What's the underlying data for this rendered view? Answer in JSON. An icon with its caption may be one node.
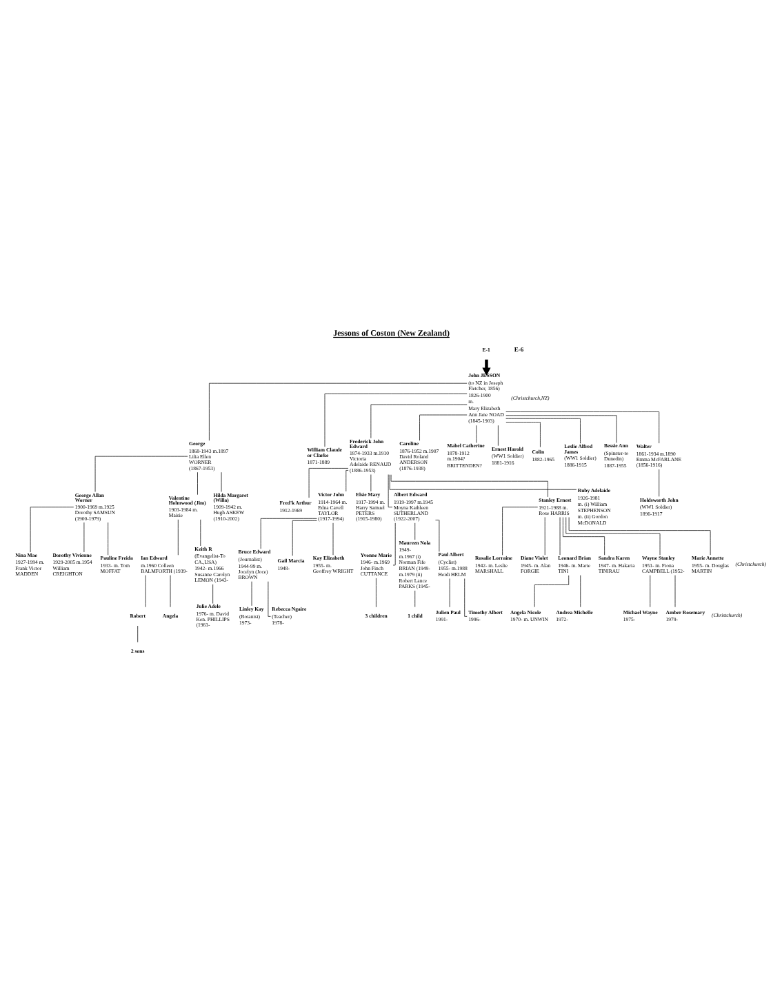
{
  "diagram": {
    "title": "Jessons of Coston (New Zealand)",
    "nodes": [
      {
        "text": [
          "E-1"
        ]
      },
      {
        "text": [
          "John JESSON",
          "(to NZ in Joseph Fletcher, 1856)",
          "1826-1900",
          "m.",
          "Mary Elizabeth Ann Jane NOAD",
          "(1845-1903)"
        ]
      },
      {
        "text": [
          "George",
          "1868-1943 m.1897 Lilia Ellen WORNER (1867-1953)"
        ]
      },
      {
        "text": [
          "William Claude or Clarke",
          "1871-1889"
        ]
      },
      {
        "text": [
          "Frederick John Edward",
          "1874-1933 m.1910 Victoria Adelaide RENAUD (1886-1953)"
        ]
      },
      {
        "text": [
          "Caroline",
          "1876-1952 m.1907 David Roland ANDERSON (1876-1938)"
        ]
      },
      {
        "text": [
          "Mabel Catherine",
          "1878-1912 m.1904?",
          "BRITTENDEN?"
        ]
      },
      {
        "text": [
          "Ernest Harold",
          "(WW1 Soldier)",
          "1881-1916"
        ]
      },
      {
        "text": [
          "Colin",
          "1882-1965"
        ]
      },
      {
        "text": [
          "Leslie Alfred James",
          "(WW1 Soldier)",
          "1886-1915"
        ]
      },
      {
        "text": [
          "Bessie Ann",
          "(Spinster-to Dunedin)",
          "1887-1955"
        ]
      },
      {
        "text": [
          "Walter",
          "1861-1934 m.1890 Emma McFARLANE (1856-1916)"
        ]
      },
      {
        "text": [
          "George Allan Worner",
          "1900-1969 m.1925 Dorothy SAMSUN (1900-1979)"
        ]
      },
      {
        "text": [
          "Valentine Holmwood (Jim)",
          "1903-1984 m. Maisie"
        ]
      },
      {
        "text": [
          "Hilda Margaret (Willa)",
          "1909-1942 m. Hugh ASKEW (1910-2002)"
        ]
      },
      {
        "text": [
          "Fred'k Arthur",
          "1912-1969"
        ]
      },
      {
        "text": [
          "Victor John",
          "1914-1964 m. Edna Cavell TAYLOR (1917-1994)"
        ]
      },
      {
        "text": [
          "Elsie Mary",
          "1917-1994 m. Harry Samuel PETERS (1915-1980)"
        ]
      },
      {
        "text": [
          "Albert Edward",
          "1919-1997 m.1945 Moyna Kathleen SUTHERLAND (1922-2007)"
        ]
      },
      {
        "text": [
          "Stanley Ernest",
          "1921-1988 m. Rose HARRIS"
        ]
      },
      {
        "text": [
          "Ruby Adelaide",
          "1926-1981",
          "m. (i) William STEPHENSON",
          "m. (ii) Gordon McDONALD"
        ]
      },
      {
        "text": [
          "Holdsworth John",
          "(WW1 Soldier)",
          "1896-1917"
        ]
      },
      {
        "text": [
          "Ian Edward",
          "m.1960 Colleen BALMFORTH (1939-"
        ]
      },
      {
        "text": [
          "Keith R",
          "(Evangelist-To CA.,USA)",
          "1942- m.1966 Susanne Carolyn LEMON (1943-"
        ]
      },
      {
        "text": [
          "Bruce Edward",
          "(Journalist)",
          "1944-99 m. Jocelyn (Joce) BROWN"
        ]
      },
      {
        "text": [
          "Gail Marcia",
          "1948-"
        ]
      },
      {
        "text": [
          "Kay Elizabeth",
          "1955- m. Geoffrey WRIGHT"
        ]
      },
      {
        "text": [
          "Yvonne Marie",
          "1946- m.1969 John Finch CUTTANCE"
        ]
      },
      {
        "text": [
          "Maureen Nola",
          "1949-",
          "m.1967 (i) Norman Fife BRIAN (1949-",
          "m.1979 (ii) Robert Lance PARKS (1945-"
        ]
      },
      {
        "text": [
          "Paul Albert",
          "(Cyclist)",
          "1955- m.1988 Heidi HELM"
        ]
      },
      {
        "text": [
          "Robert"
        ]
      },
      {
        "text": [
          "Angela"
        ]
      },
      {
        "text": [
          "Julie Adele",
          "1976- m. David Ken. PHILLIPS (1961-"
        ]
      },
      {
        "text": [
          "Linley Kay",
          "(Botanist)",
          "1973-"
        ]
      },
      {
        "text": [
          "Rebecca Ngaire",
          "(Teacher)",
          "1978-"
        ]
      },
      {
        "text": [
          "3 children"
        ]
      },
      {
        "text": [
          "1 child"
        ]
      },
      {
        "text": [
          "Julien Paul",
          "1991-"
        ]
      },
      {
        "text": [
          "Timothy Albert",
          "1996-"
        ]
      },
      {
        "text": [
          "2 sons"
        ]
      },
      {
        "text": [
          "Nina Mae",
          "1927-1994 m. Frank Victor MADDEN"
        ]
      },
      {
        "text": [
          "Dorothy Vivienne",
          "1929-2005 m.1954 William CREIGHTON"
        ]
      },
      {
        "text": [
          "Pauline Freida",
          "1933- m. Tom MOFFAT"
        ]
      },
      {
        "text": [
          "Rosalie Lorraine",
          "1942- m. Leslie MARSHALL"
        ]
      },
      {
        "text": [
          "Diane Violet",
          "1945- m. Alan FORGIE"
        ]
      },
      {
        "text": [
          "Leonard Brian",
          "1946- m. Marie TINI"
        ]
      },
      {
        "text": [
          "Sandra Karen",
          "1947- m. Hakaria TINIRAU"
        ]
      },
      {
        "text": [
          "Wayne Stanley",
          "1951- m. Fiona CAMPBELL (1952-"
        ]
      },
      {
        "text": [
          "Marie Annette",
          "1955- m. Douglas MARTIN"
        ]
      },
      {
        "text": [
          "Angela Nicole",
          "1970- m. UNWIN"
        ]
      },
      {
        "text": [
          "Andrea Michelle",
          "1972-"
        ]
      },
      {
        "text": [
          "Michael Wayne",
          "1975-"
        ]
      },
      {
        "text": [
          "Amber Rosemary",
          "1979-"
        ]
      }
    ],
    "edges": [
      {
        "from": 0,
        "to": 1,
        "arrow": "to",
        "style": "thick"
      },
      {
        "from": 1,
        "to": 2,
        "arrow": "none"
      },
      {
        "from": 1,
        "to": 3,
        "arrow": "none"
      },
      {
        "from": 1,
        "to": 4,
        "arrow": "none"
      },
      {
        "from": 1,
        "to": 5,
        "arrow": "none"
      },
      {
        "from": 1,
        "to": 6,
        "arrow": "none"
      },
      {
        "from": 1,
        "to": 7,
        "arrow": "none"
      },
      {
        "from": 1,
        "to": 8,
        "arrow": "none"
      },
      {
        "from": 1,
        "to": 9,
        "arrow": "none"
      },
      {
        "from": 1,
        "to": 10,
        "arrow": "none"
      },
      {
        "from": 1,
        "to": 11,
        "arrow": "none"
      },
      {
        "from": 2,
        "to": 12,
        "arrow": "none"
      },
      {
        "from": 2,
        "to": 13,
        "arrow": "none"
      },
      {
        "from": 2,
        "to": 14,
        "arrow": "none"
      },
      {
        "from": 4,
        "to": 15,
        "arrow": "none"
      },
      {
        "from": 4,
        "to": 16,
        "arrow": "none"
      },
      {
        "from": 4,
        "to": 17,
        "arrow": "none"
      },
      {
        "from": 4,
        "to": 18,
        "arrow": "none"
      },
      {
        "from": 4,
        "to": 19,
        "arrow": "none"
      },
      {
        "from": 4,
        "to": 20,
        "arrow": "none"
      },
      {
        "from": 11,
        "to": 21,
        "arrow": "none"
      },
      {
        "from": 13,
        "to": 22,
        "arrow": "none"
      },
      {
        "from": 13,
        "to": 23,
        "arrow": "none"
      },
      {
        "from": 16,
        "to": 24,
        "arrow": "none"
      },
      {
        "from": 16,
        "to": 25,
        "arrow": "none"
      },
      {
        "from": 16,
        "to": 26,
        "arrow": "none"
      },
      {
        "from": 18,
        "to": 27,
        "arrow": "none"
      },
      {
        "from": 18,
        "to": 28,
        "arrow": "none"
      },
      {
        "from": 18,
        "to": 29,
        "arrow": "none"
      },
      {
        "from": 22,
        "to": 30,
        "arrow": "none"
      },
      {
        "from": 22,
        "to": 31,
        "arrow": "none"
      },
      {
        "from": 23,
        "to": 32,
        "arrow": "none"
      },
      {
        "from": 24,
        "to": 33,
        "arrow": "none"
      },
      {
        "from": 24,
        "to": 34,
        "arrow": "none"
      },
      {
        "from": 27,
        "to": 35,
        "arrow": "none"
      },
      {
        "from": 28,
        "to": 36,
        "arrow": "none"
      },
      {
        "from": 29,
        "to": 37,
        "arrow": "none"
      },
      {
        "from": 29,
        "to": 38,
        "arrow": "none"
      },
      {
        "from": 30,
        "to": 39,
        "arrow": "none"
      },
      {
        "from": 12,
        "to": 40,
        "arrow": "none"
      },
      {
        "from": 12,
        "to": 41,
        "arrow": "none"
      },
      {
        "from": 12,
        "to": 42,
        "arrow": "none"
      },
      {
        "from": 19,
        "to": 43,
        "arrow": "none"
      },
      {
        "from": 19,
        "to": 44,
        "arrow": "none"
      },
      {
        "from": 19,
        "to": 45,
        "arrow": "none"
      },
      {
        "from": 19,
        "to": 46,
        "arrow": "none"
      },
      {
        "from": 19,
        "to": 47,
        "arrow": "none"
      },
      {
        "from": 19,
        "to": 48,
        "arrow": "none"
      },
      {
        "from": 45,
        "to": 49,
        "arrow": "none"
      },
      {
        "from": 45,
        "to": 50,
        "arrow": "none"
      },
      {
        "from": 47,
        "to": 51,
        "arrow": "none"
      },
      {
        "from": 47,
        "to": 52,
        "arrow": "none"
      }
    ],
    "labels": [
      "E-6",
      "(Christchurch,NZ)",
      "(Christchurch)",
      "(Christchurch)"
    ]
  }
}
